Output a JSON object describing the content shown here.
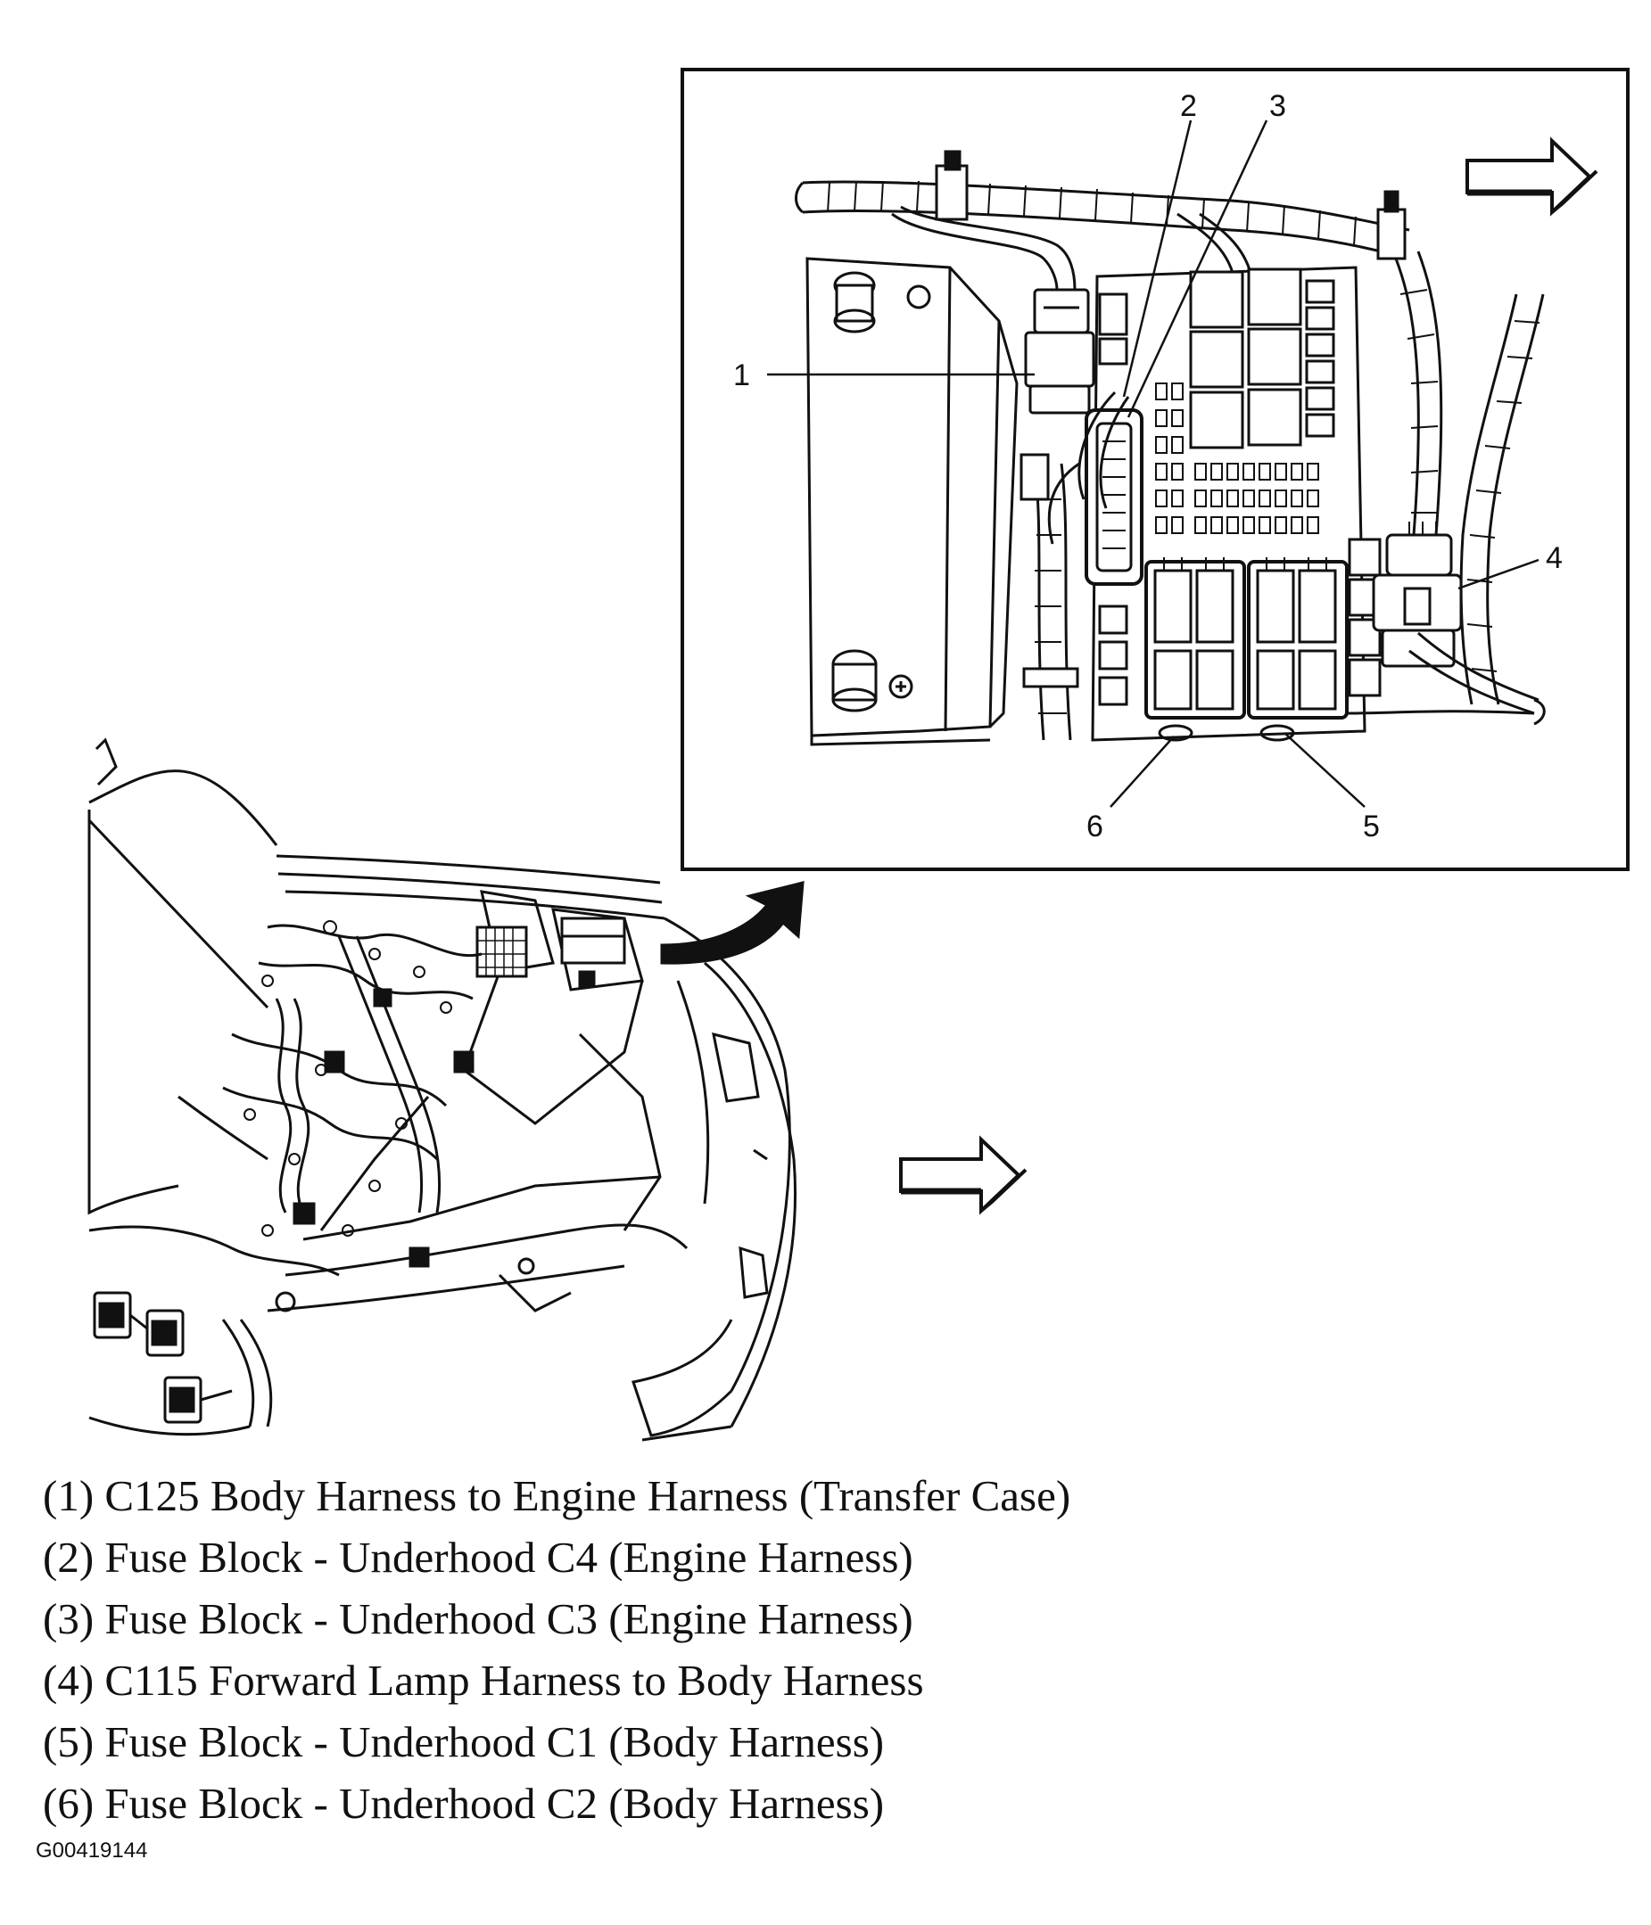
{
  "callouts": [
    {
      "n": "1"
    },
    {
      "n": "2"
    },
    {
      "n": "3"
    },
    {
      "n": "4"
    },
    {
      "n": "5"
    },
    {
      "n": "6"
    }
  ],
  "legend": [
    "(1) C125 Body Harness to Engine Harness (Transfer Case)",
    "(2) Fuse Block - Underhood C4 (Engine Harness)",
    "(3) Fuse Block - Underhood C3 (Engine Harness)",
    "(4) C115 Forward Lamp Harness to Body Harness",
    "(5) Fuse Block - Underhood C1 (Body Harness)",
    "(6) Fuse Block - Underhood C2 (Body Harness)"
  ],
  "figure_id": "G00419144",
  "icons": {
    "forward_arrow": "forward-arrow-icon",
    "curved_arrow": "curved-arrow-icon"
  },
  "colors": {
    "ink": "#111111",
    "paper": "#ffffff"
  }
}
